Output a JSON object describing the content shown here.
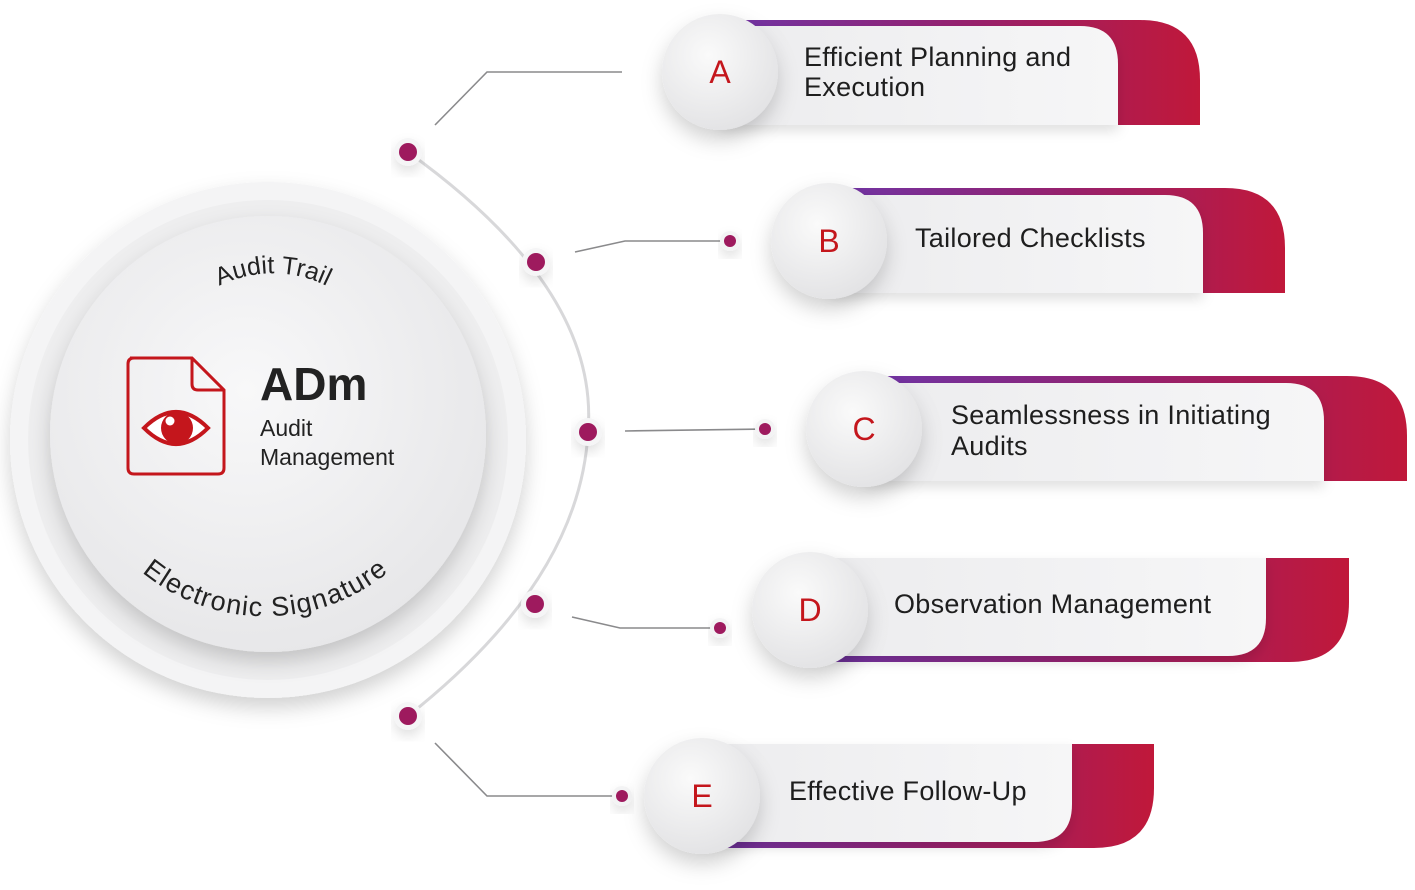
{
  "hub": {
    "brand": "ADm",
    "subtitle_line1": "Audit",
    "subtitle_line2": "Management",
    "top_arc_text": "Audit Trail",
    "bottom_arc_text": "Electronic Signature",
    "icon": "document-eye-icon"
  },
  "features": [
    {
      "letter": "A",
      "line1": "Efficient Planning and",
      "line2": "Execution"
    },
    {
      "letter": "B",
      "line1": "Tailored Checklists",
      "line2": ""
    },
    {
      "letter": "C",
      "line1": "Seamlessness in Initiating",
      "line2": "Audits"
    },
    {
      "letter": "D",
      "line1": "Observation Management",
      "line2": ""
    },
    {
      "letter": "E",
      "line1": "Effective Follow-Up",
      "line2": ""
    }
  ],
  "colors": {
    "accent_red": "#c4161c",
    "dot_magenta": "#9e1a5e",
    "gradient_purple": "#7a2fa0",
    "gradient_crimson": "#b8173e"
  }
}
